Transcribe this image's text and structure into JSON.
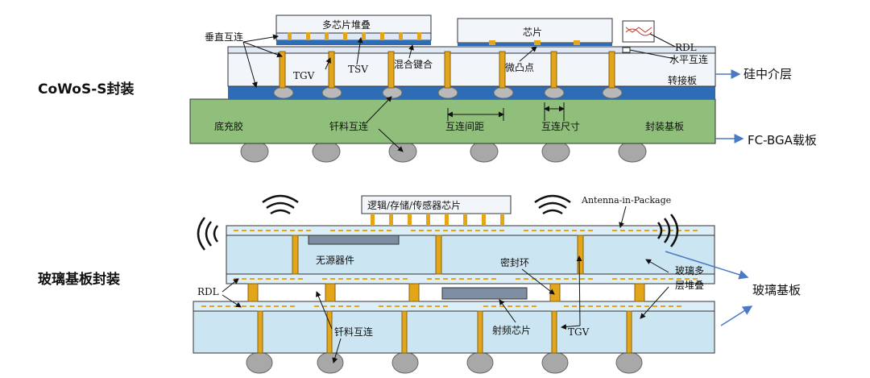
{
  "row1": {
    "title": "CoWoS-S封装",
    "labels": {
      "multi_chip_stack": "多芯片堆叠",
      "chip": "芯片",
      "rdl": "RDL",
      "horizontal_interconnect": "水平互连",
      "vertical_interconnect": "垂直互连",
      "tgv": "TGV",
      "tsv": "TSV",
      "hybrid_bonding": "混合键合",
      "micro_bump": "微凸点",
      "interposer_board": "转接板",
      "underfill": "底充胶",
      "solder_interconnect": "钎料互连",
      "interconnect_pitch": "互连间距",
      "interconnect_size": "互连尺寸",
      "package_substrate": "封装基板"
    },
    "side_labels": {
      "silicon_interposer": "硅中介层",
      "fc_bga": "FC-BGA载板"
    }
  },
  "row2": {
    "title": "玻璃基板封装",
    "labels": {
      "logic_chip": "逻辑/存储/传感器芯片",
      "antenna_in_package": "Antenna-in-Package",
      "passive_device": "无源器件",
      "seal_ring": "密封环",
      "rdl": "RDL",
      "glass_multilayer": "玻璃多层堆叠",
      "solder_interconnect": "钎料互连",
      "rf_chip": "射频芯片",
      "tgv": "TGV"
    },
    "side_labels": {
      "glass_substrate": "玻璃基板"
    }
  },
  "colors": {
    "substrate_green": "#8fbf7a",
    "interposer": "#e8f0f8",
    "glass": "#cbe6f2",
    "blue_layer": "#2e6cb5",
    "via_gold": "#e3a51a",
    "ball_gray": "#a8a8a8",
    "arrow_blue": "#4b79c4"
  }
}
